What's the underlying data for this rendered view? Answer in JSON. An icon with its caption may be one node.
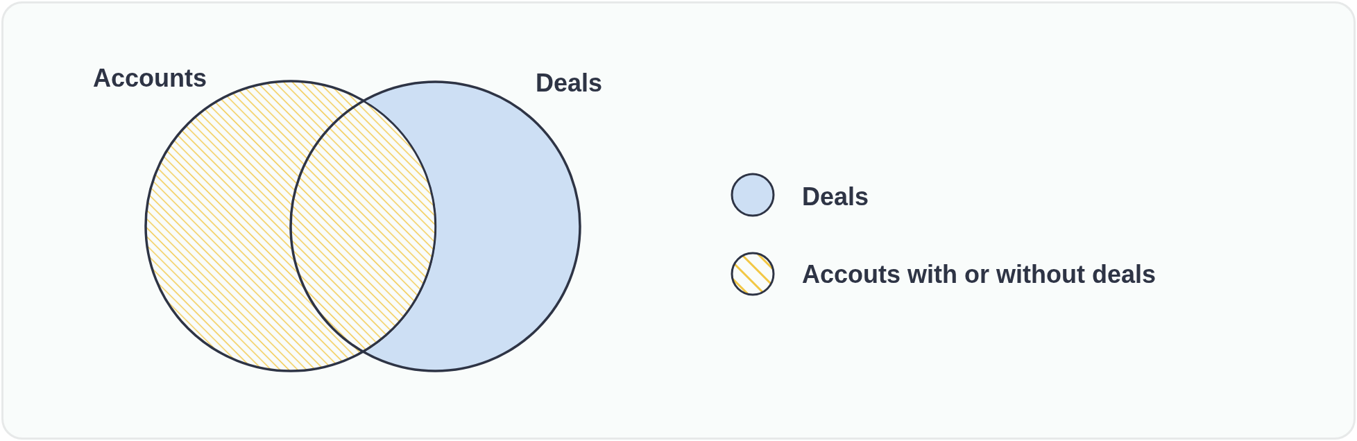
{
  "diagram": {
    "nodes": [
      {
        "text": [
          "Accounts"
        ]
      },
      {
        "text": [
          "Deals"
        ]
      }
    ],
    "legend": [
      {
        "text": "Deals",
        "color": "#cddff4"
      },
      {
        "text": "Accouts with or without deals"
      }
    ]
  }
}
